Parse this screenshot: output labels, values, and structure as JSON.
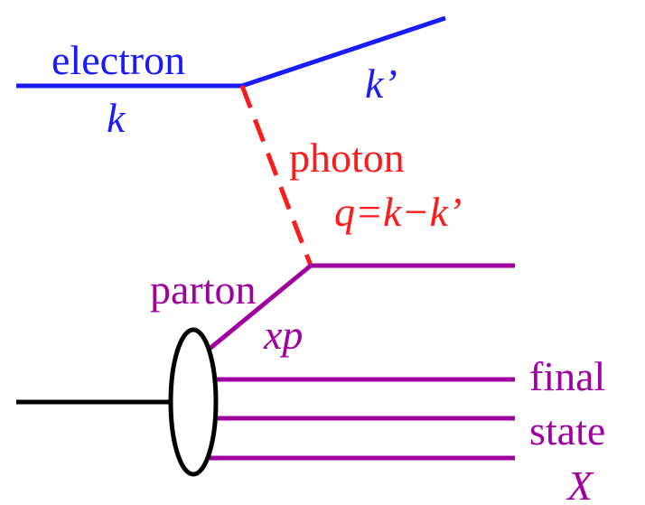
{
  "colors": {
    "electron": "#1a1aff",
    "photon": "#ff1a1a",
    "parton": "#a000a0",
    "proton": "#000000"
  },
  "labels": {
    "electron": "electron",
    "k": "k",
    "k_prime": "k’",
    "photon": "photon",
    "q_expr": "q=k−k’",
    "parton": "parton",
    "xp": "xp",
    "final": "final",
    "state": "state",
    "X": "X"
  }
}
